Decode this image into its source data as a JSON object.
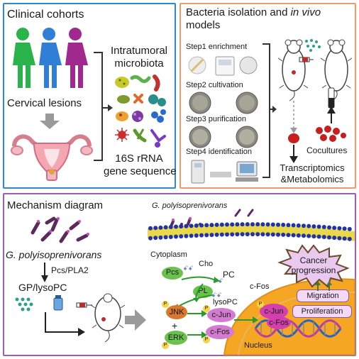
{
  "panel_a": {
    "title": "Clinical cohorts",
    "lesions": "Cervical lesions",
    "micro_1": "Intratumoral",
    "micro_2": "microbiota",
    "seq_1": "16S rRNA",
    "seq_2": "gene sequence"
  },
  "panel_b": {
    "title_1": "Bacteria isolation and ",
    "title_italic": "in vivo",
    "title_2": "models",
    "step1": "Step1 enrichment",
    "step2": "Step2 cultivation",
    "step3": "Step3 purification",
    "step4": "Step4 identification",
    "cocultures": "Cocultures",
    "omics_1": "Transcriptomics",
    "omics_2": "&Metabolomics"
  },
  "panel_c": {
    "title": "Mechanism diagram",
    "species_top": "G. polyisoprenivorans",
    "species_left": "G. polyisoprenivorans",
    "enzymes": "Pcs/PLA2",
    "lipids": "GP/lysoPC",
    "cytoplasm": "Cytoplasm",
    "pcs": "Pcs",
    "cho": "Cho",
    "pc": "PC",
    "pl": "PL",
    "lysopc": "lysoPC",
    "cfos_free": "c-Fos",
    "jnk": "JNK",
    "erk": "ERK",
    "plus": "+",
    "cjun_1": "c-Jun",
    "cfos_1": "c-Fos",
    "cjun_2": "c-Jun",
    "cfos_2": "c-Fos",
    "nucleus": "Nucleus",
    "cancer_1": "Cancer",
    "cancer_2": "progression",
    "migration": "Migration",
    "proliferation": "Proliferation",
    "p": "P"
  },
  "colors": {
    "panel_a_border": "#2f88cc",
    "panel_b_border": "#f09a6a",
    "panel_c_border": "#9a5fb8",
    "woman_green": "#29b34a",
    "woman_blue": "#2f7fd6",
    "woman_purple": "#a0288f",
    "membrane_blue": "#2233aa",
    "membrane_yellow": "#e8d84a",
    "nucleus_orange": "#f5a623",
    "cancer_star": "#e9c9ee",
    "pill_green": "#6ac24c",
    "jnk_orange": "#d8782a"
  },
  "icons": [
    "person-icon",
    "uterus-icon",
    "bacteria-icon",
    "petri-dish-icon",
    "mouse-icon",
    "lab-instrument-icon",
    "dna-icon",
    "arrow-icon"
  ]
}
